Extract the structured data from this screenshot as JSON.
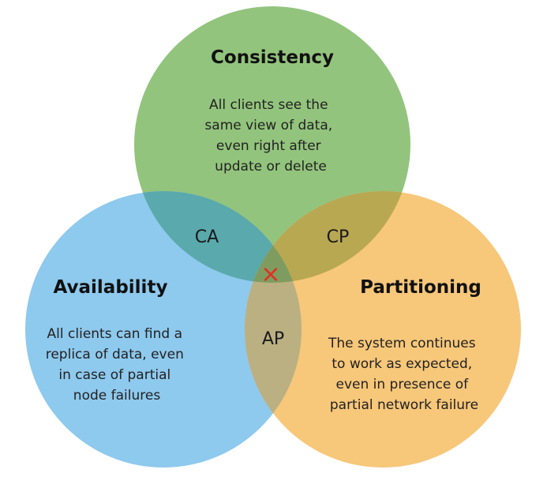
{
  "colors": {
    "consistency": "#93c47d",
    "availability": "#8ec9ee",
    "partitioning": "#f7c77a",
    "consistency_availability": "#5aa9ac",
    "consistency_partitioning": "#b8a852",
    "availability_partitioning": "#bbb082",
    "center": "#7f9c60",
    "center_mark": "#e03020"
  },
  "sets": {
    "consistency": {
      "title": "Consistency",
      "description": [
        "All clients see the",
        "same view of data,",
        "even right after",
        "update or delete"
      ]
    },
    "availability": {
      "title": "Availability",
      "description": [
        "All clients can find a",
        "replica of data, even",
        "in case of partial",
        "node failures"
      ]
    },
    "partitioning": {
      "title": "Partitioning",
      "description": [
        "The system continues",
        "to work as expected,",
        "even in presence of",
        "partial network failure"
      ]
    }
  },
  "overlaps": {
    "ca": "CA",
    "cp": "CP",
    "ap": "AP",
    "center_mark": "×",
    "center_icon": "x-mark-icon"
  }
}
